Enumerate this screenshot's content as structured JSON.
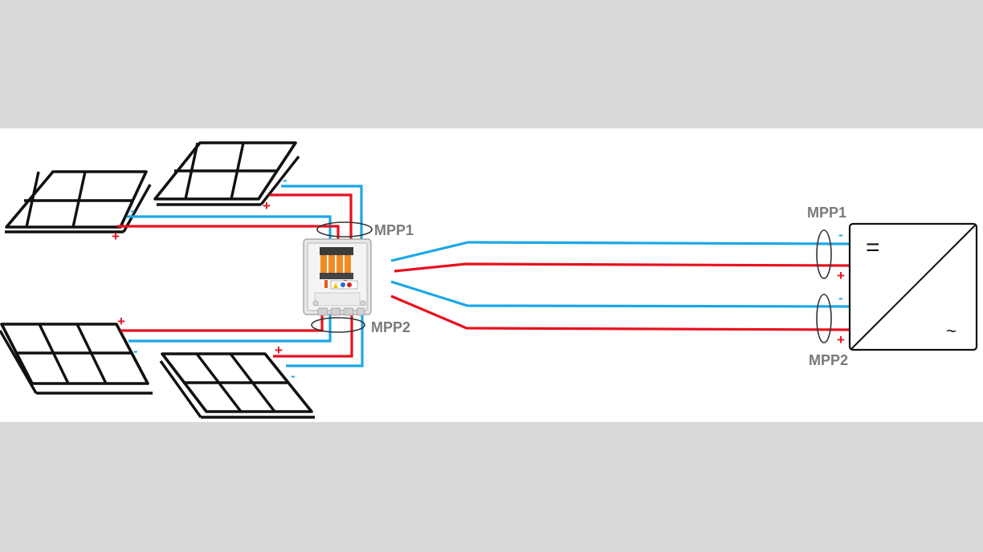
{
  "combiner": {
    "mpp1_label": "MPP1",
    "mpp2_label": "MPP2"
  },
  "inverter": {
    "mpp1_label": "MPP1",
    "mpp2_label": "MPP2",
    "dc_symbol": "=",
    "ac_symbol": "~"
  },
  "polarity": {
    "plus": "+",
    "minus": "-"
  },
  "colors": {
    "positive": "#e8101e",
    "negative": "#1ba7e6",
    "background": "#d9d9d9",
    "diagram_background": "#ffffff"
  }
}
